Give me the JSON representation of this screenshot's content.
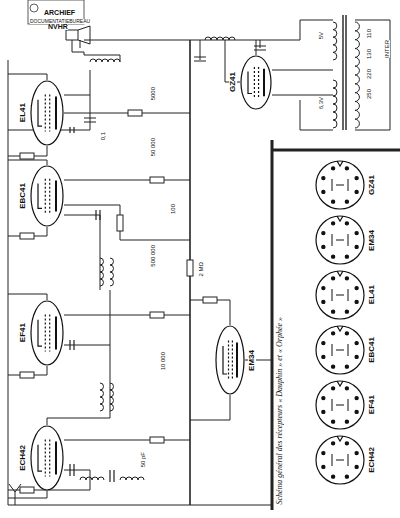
{
  "diagram": {
    "caption": "Schéma général des récepteurs « Dauphin » et « Orphée »",
    "nodes": [
      {
        "text": [
          "EL41"
        ]
      },
      {
        "text": [
          "EBC41"
        ]
      },
      {
        "text": [
          "EF41"
        ]
      },
      {
        "text": [
          "ECH42"
        ]
      },
      {
        "text": [
          "EM34"
        ]
      },
      {
        "text": [
          "GZ41"
        ]
      },
      {
        "text": [
          "GZ41"
        ]
      },
      {
        "text": [
          "EM34"
        ]
      },
      {
        "text": [
          "EL41"
        ]
      },
      {
        "text": [
          "EBC41"
        ]
      },
      {
        "text": [
          "EF41"
        ]
      },
      {
        "text": [
          "ECH42"
        ]
      }
    ],
    "labels": [
      "ARCHIEF",
      "DOCUMENTATIEBUREAU",
      "NVHR",
      "5000",
      "0,1",
      "50 000",
      "100",
      "500 000",
      "10 000",
      "2 MΩ",
      "50 pF",
      "110",
      "130",
      "220",
      "250",
      "INTER",
      "5V",
      "6,3V"
    ]
  }
}
